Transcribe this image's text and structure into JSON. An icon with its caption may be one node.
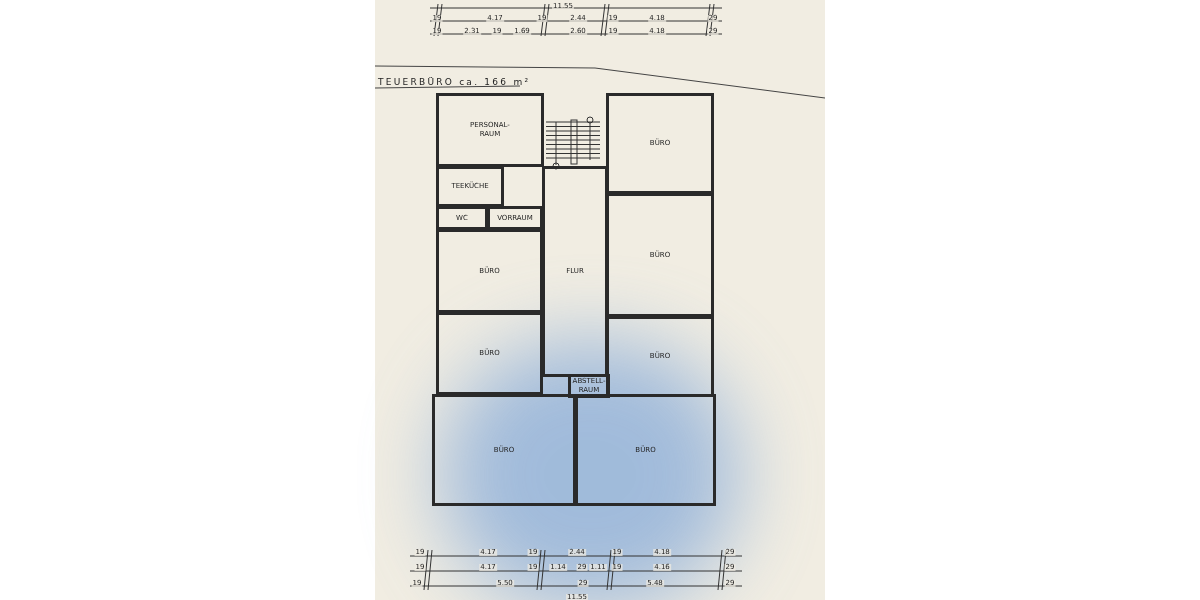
{
  "diagram": {
    "title": "TEUERBÜRO ca. 166 m²",
    "nodes": [
      {
        "text": [
          "PERSONAL- RAUM"
        ]
      },
      {
        "text": [
          "BÜRO"
        ]
      },
      {
        "text": [
          "TEEKÜCHE"
        ]
      },
      {
        "text": [
          "WC"
        ]
      },
      {
        "text": [
          "VORRAUM"
        ]
      },
      {
        "text": [
          "FLUR"
        ]
      },
      {
        "text": [
          "BÜRO"
        ]
      },
      {
        "text": [
          "BÜRO"
        ]
      },
      {
        "text": [
          "BÜRO"
        ]
      },
      {
        "text": [
          "BÜRO"
        ]
      },
      {
        "text": [
          "ABSTELL- RAUM"
        ]
      },
      {
        "text": [
          "BÜRO"
        ]
      },
      {
        "text": [
          "BÜRO"
        ]
      }
    ],
    "labels": [
      "11.55",
      "19",
      "4.17",
      "19",
      "2.44",
      "19",
      "4.18",
      "29",
      "19",
      "2.31",
      "19",
      "1.69",
      "2.60",
      "19",
      "4.18",
      "29",
      "19",
      "4.17",
      "19",
      "2.44",
      "19",
      "4.18",
      "29",
      "19",
      "4.17",
      "19",
      "1.14",
      "29",
      "1.11",
      "19",
      "4.16",
      "29",
      "19",
      "5.50",
      "29",
      "5.48",
      "29",
      "11.55"
    ]
  }
}
